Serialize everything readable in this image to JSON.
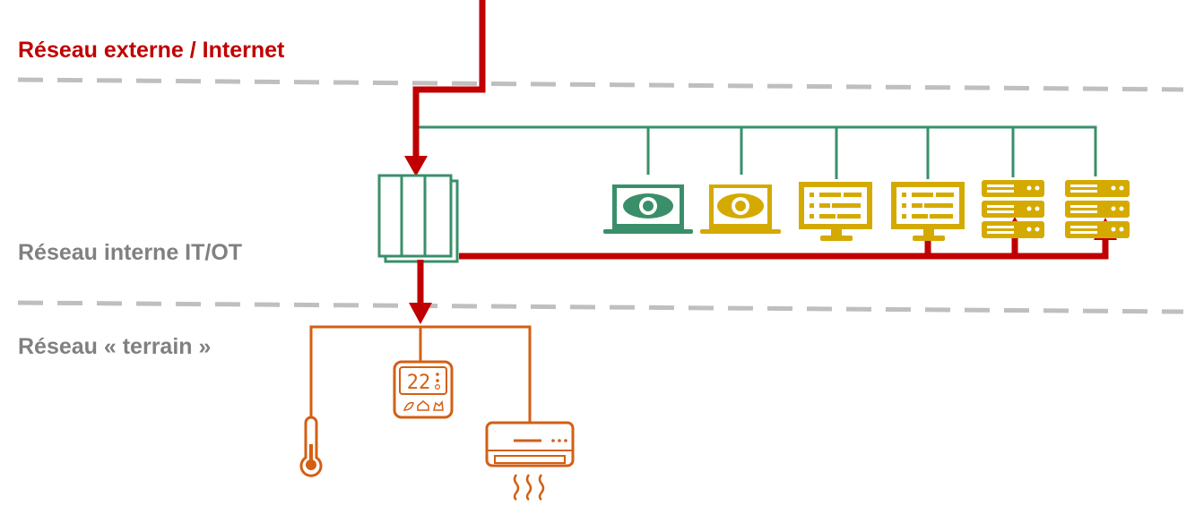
{
  "zones": {
    "external": "Réseau externe / Internet",
    "internal": "Réseau interne IT/OT",
    "field": "Réseau « terrain »"
  },
  "devices": {
    "thermostat_display": "22"
  },
  "colors": {
    "external": "#c00000",
    "it": "#3a8f6a",
    "ot": "#d4aa00",
    "field": "#d35f13",
    "divider": "#bfbfbf",
    "label_gray": "#808080"
  },
  "icons": [
    "firewall-icon",
    "laptop-green-eye-icon",
    "laptop-yellow-eye-icon",
    "monitor-yellow-list-icon",
    "monitor-yellow-list-icon-2",
    "server-rack-icon",
    "server-rack-icon-2",
    "thermometer-icon",
    "thermostat-icon",
    "air-conditioner-icon"
  ]
}
